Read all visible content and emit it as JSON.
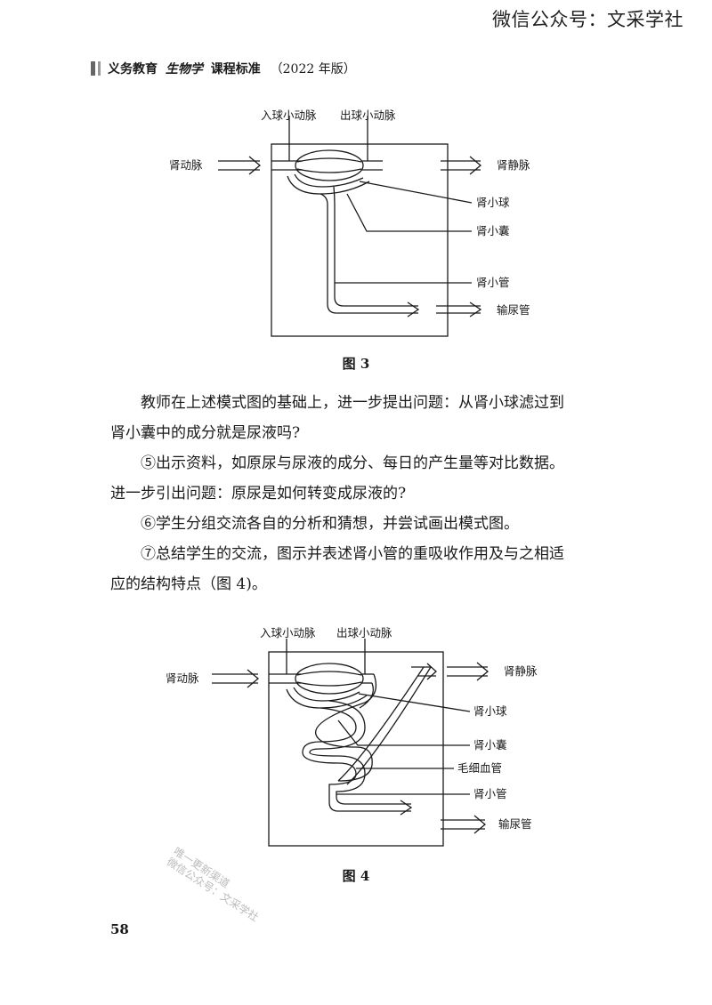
{
  "watermark_top": "微信公众号：文采学社",
  "running_head": {
    "part1": "义务教育",
    "part2": "生物学",
    "part3": "课程标准",
    "edition": "（2022 年版）"
  },
  "figure3": {
    "labels": {
      "afferent": "入球小动脉",
      "efferent": "出球小动脉",
      "renal_artery": "肾动脉",
      "renal_vein": "肾静脉",
      "glomerulus": "肾小球",
      "capsule": "肾小囊",
      "tubule": "肾小管",
      "ureter": "输尿管"
    },
    "caption": "图 3"
  },
  "paragraphs": {
    "p1_line1": "教师在上述模式图的基础上，进一步提出问题：从肾小球滤过到",
    "p1_line2": "肾小囊中的成分就是尿液吗?",
    "p2_line1": "⑤出示资料，如原尿与尿液的成分、每日的产生量等对比数据。",
    "p2_line2": "进一步引出问题：原尿是如何转变成尿液的?",
    "p3": "⑥学生分组交流各自的分析和猜想，并尝试画出模式图。",
    "p4_line1": "⑦总结学生的交流，图示并表述肾小管的重吸收作用及与之相适",
    "p4_line2": "应的结构特点（图 4)。"
  },
  "figure4": {
    "labels": {
      "afferent": "入球小动脉",
      "efferent": "出球小动脉",
      "renal_artery": "肾动脉",
      "renal_vein": "肾静脉",
      "glomerulus": "肾小球",
      "capsule": "肾小囊",
      "capillary": "毛细血管",
      "tubule": "肾小管",
      "ureter": "输尿管"
    },
    "caption": "图 4"
  },
  "watermark_diag": {
    "line1": "唯一更新渠道",
    "line2": "微信公众号：文采学社"
  },
  "page_number": "58"
}
